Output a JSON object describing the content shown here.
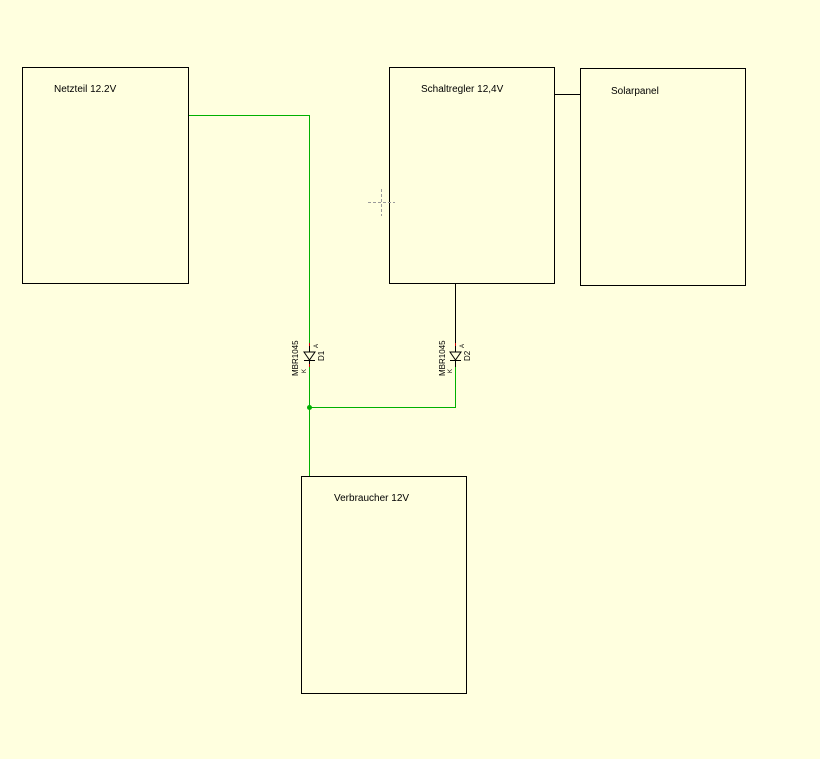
{
  "schematic": {
    "blocks": {
      "netzteil": "Netzteil 12.2V",
      "schaltregler": "Schaltregler 12,4V",
      "solarpanel": "Solarpanel",
      "verbraucher": "Verbraucher 12V"
    },
    "diodes": [
      {
        "ref": "D1",
        "part": "MBR1045",
        "anode": "A",
        "cathode": "K"
      },
      {
        "ref": "D2",
        "part": "MBR1045",
        "anode": "A",
        "cathode": "K"
      }
    ]
  },
  "colors": {
    "background": "#ffffdf",
    "wire_green": "#00b000",
    "wire_black": "#000000",
    "outline": "#000000",
    "cursor": "#9a9a9a",
    "pin_red": "#cc0000"
  }
}
